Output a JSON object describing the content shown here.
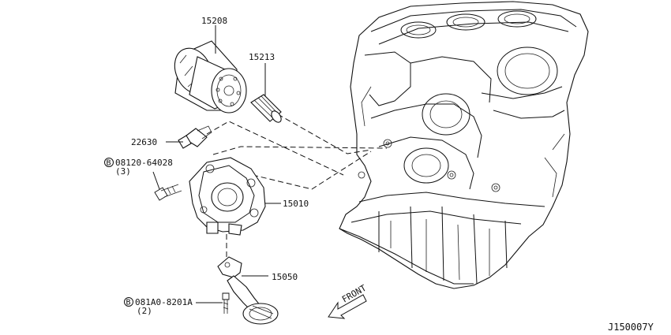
{
  "diagram": {
    "callouts": {
      "oil_filter": "15208",
      "connector": "15213",
      "oil_pressure_switch": "22630",
      "bolt_pump": "08120-64028",
      "bolt_pump_qty": "(3)",
      "oil_pump": "15010",
      "oil_strainer": "15050",
      "bolt_strainer": "081A0-8201A",
      "bolt_strainer_qty": "(2)"
    },
    "bolt_prefix": "B",
    "direction_label": "FRONT",
    "figure_code": "J150007Y"
  }
}
